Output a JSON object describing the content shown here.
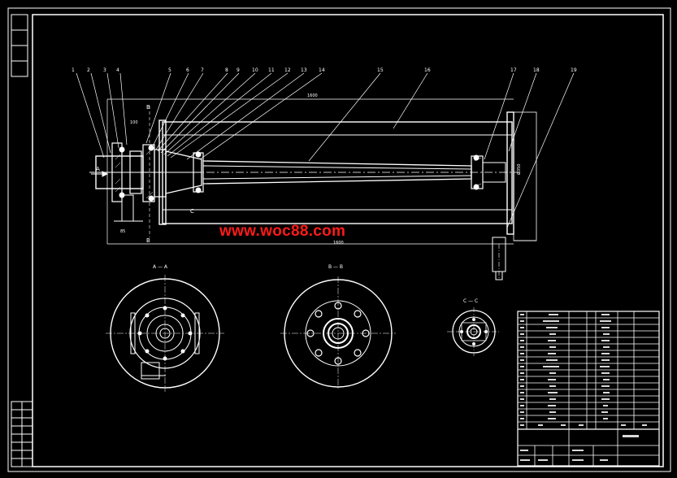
{
  "watermark": "www.woc88.com",
  "callouts": [
    "1",
    "2",
    "3",
    "4",
    "5",
    "6",
    "7",
    "8",
    "9",
    "10",
    "11",
    "12",
    "13",
    "14",
    "15",
    "16",
    "17",
    "18",
    "19"
  ],
  "section_labels": {
    "a": "A — A",
    "b": "B — B",
    "c": "C — C"
  },
  "markers": {
    "A": "A",
    "B": "B",
    "C": "C"
  },
  "colors": {
    "background": "#000000",
    "line": "#ffffff",
    "accent": "#ff1a1a",
    "hidden": "#3fa9d9"
  }
}
